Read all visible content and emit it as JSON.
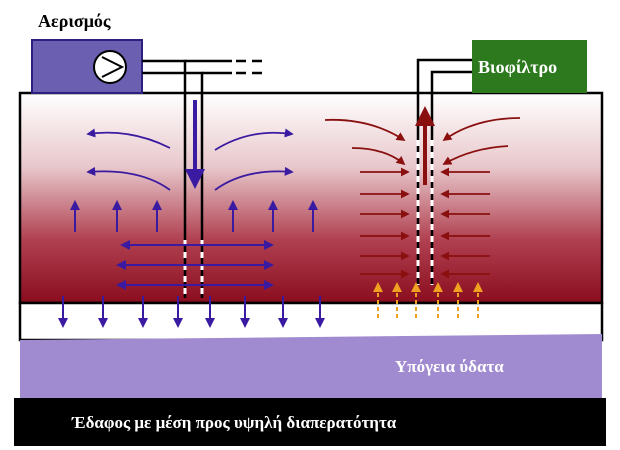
{
  "labels": {
    "aeration": "Αερισμός",
    "biofilter": "Βιοφίλτρο",
    "groundwater": "Υπόγεια ύδατα",
    "soil": "Έδαφος με μέση προς υψηλή διαπερατότητα"
  },
  "icons": {
    "pump": "pump-icon"
  },
  "colors": {
    "aeration_box": "#6a5fb0",
    "aeration_border": "#2b2080",
    "biofilter_box": "#2d7a1e",
    "biofilter_text": "#ffffff",
    "injection_arrow": "#3a1aa0",
    "extraction_arrow": "#8a1010",
    "volatilization_arrow": "#f0a020",
    "soil_top": "#ffffff",
    "soil_bottom": "#8a0d1e",
    "groundwater": "#a08ad0",
    "groundwater_text": "#ffffff",
    "base_layer": "#000000",
    "base_text": "#ffffff"
  }
}
